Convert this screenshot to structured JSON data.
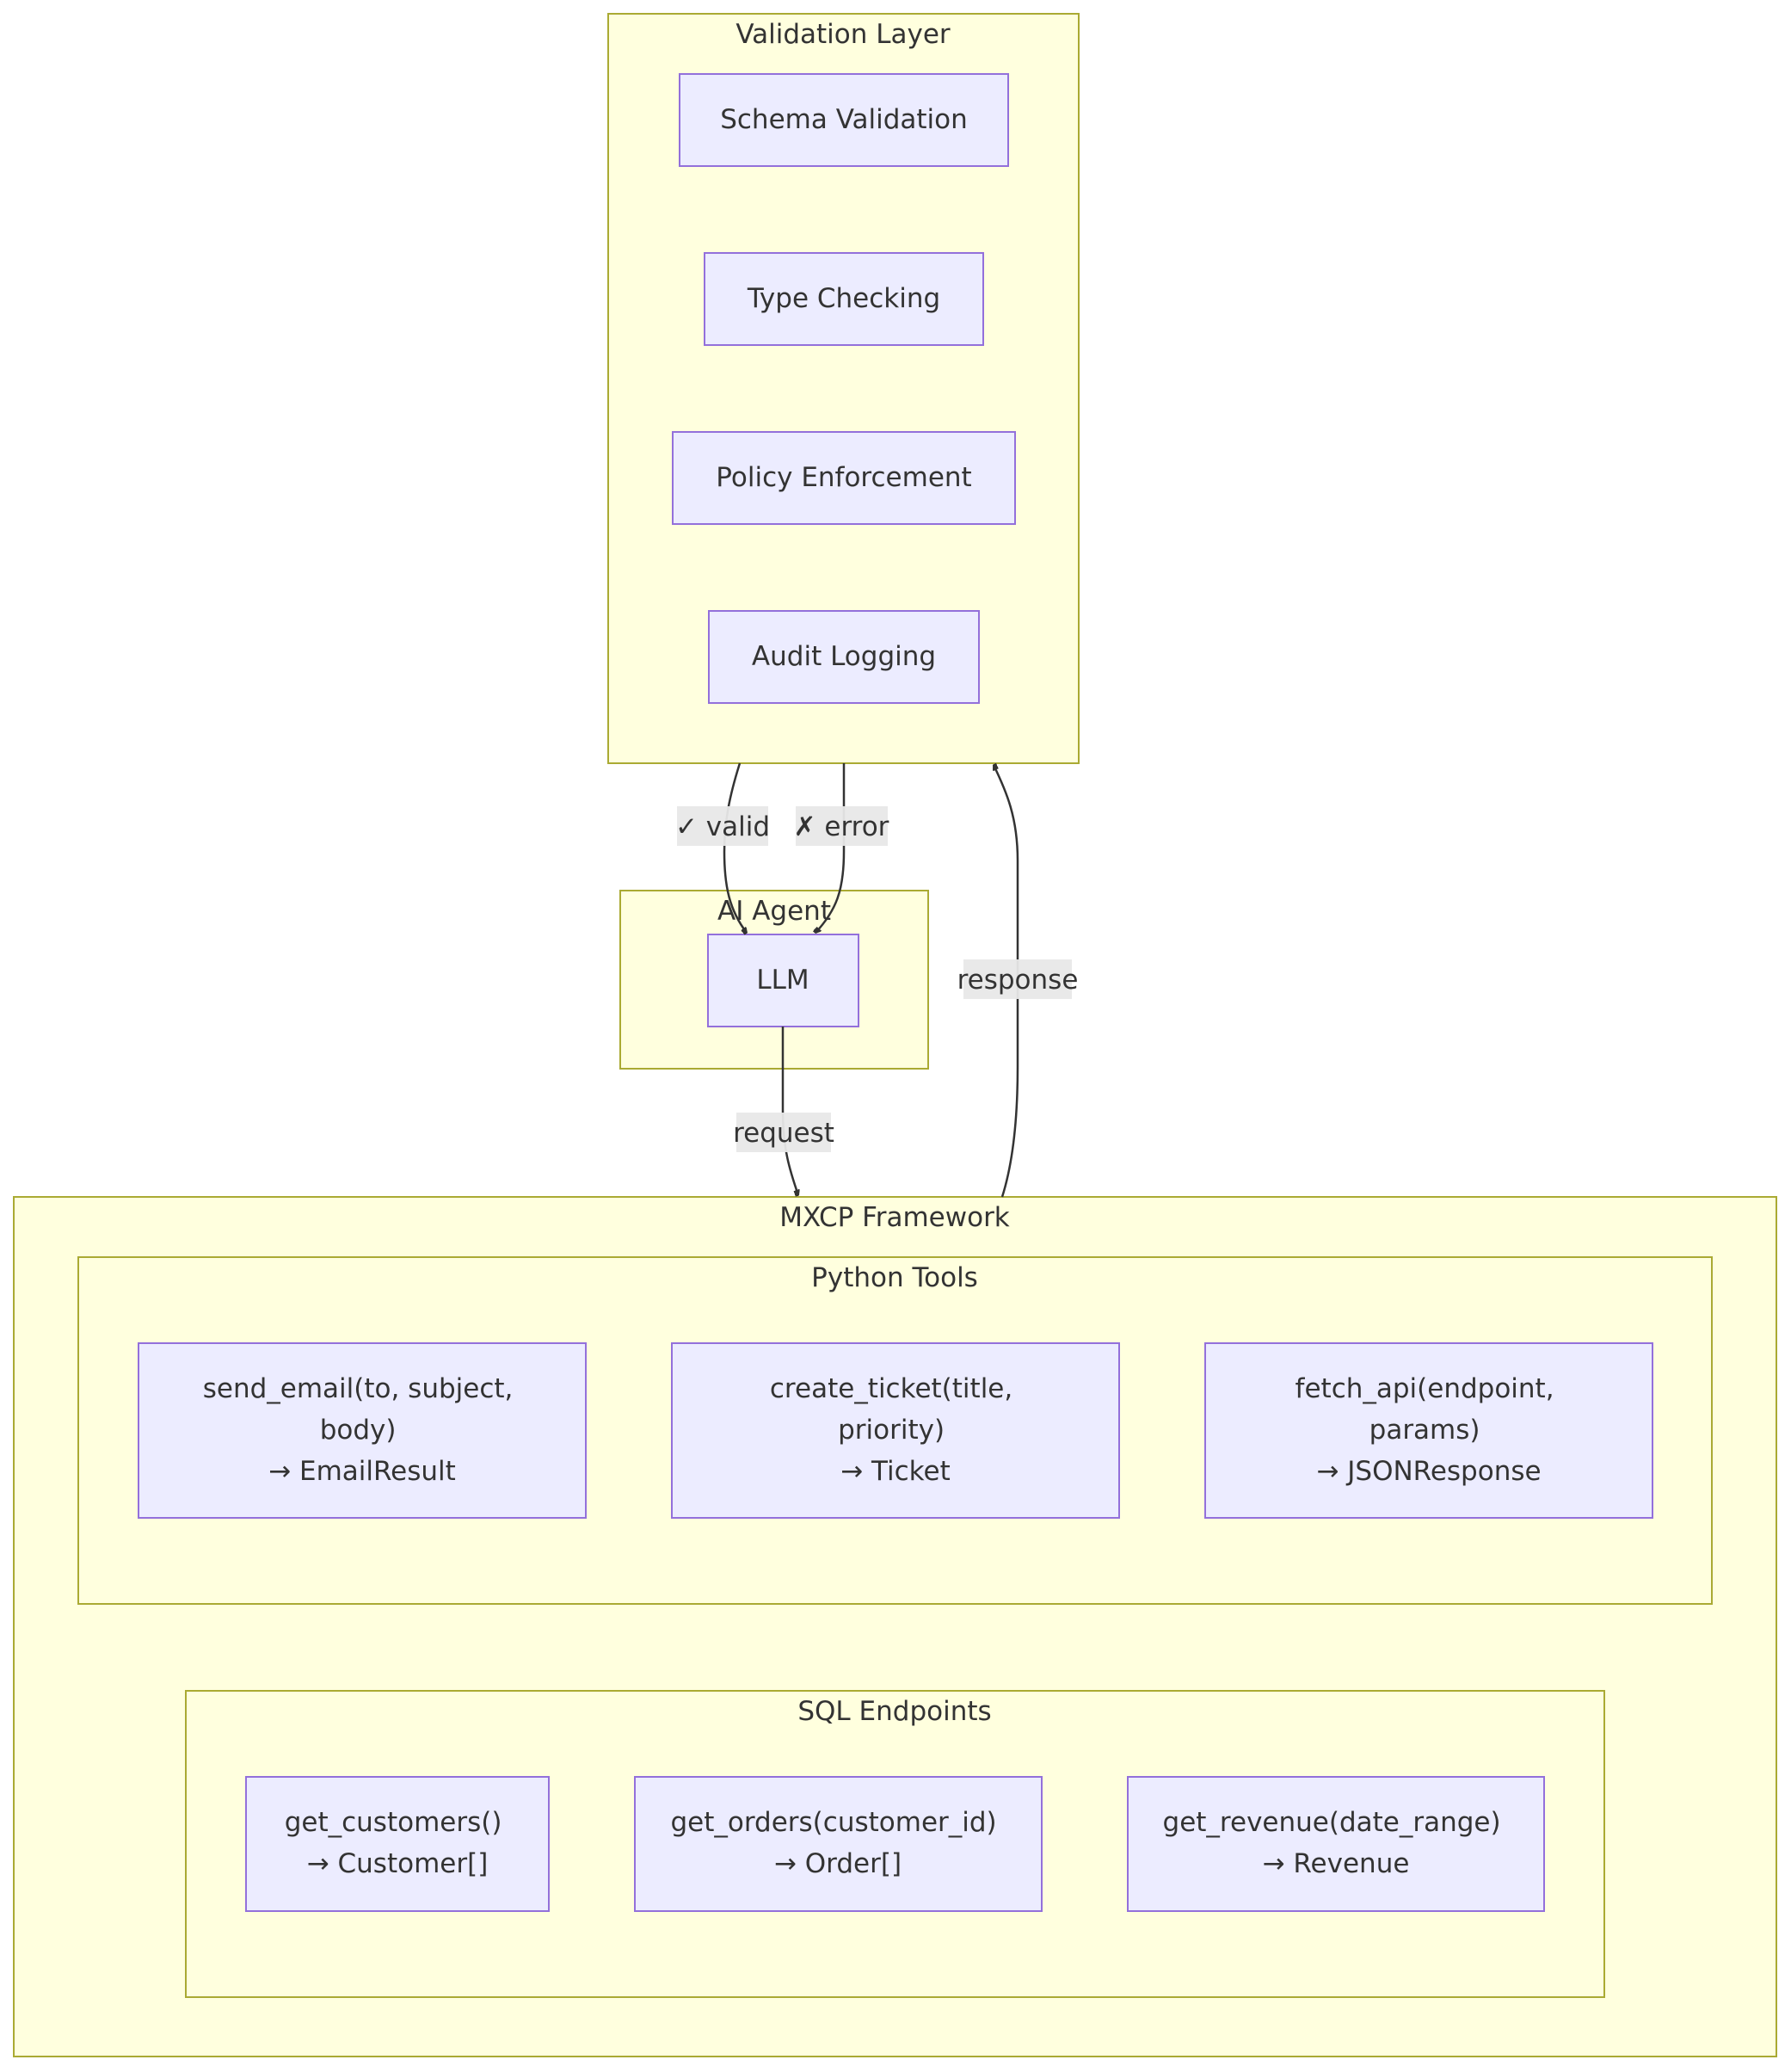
{
  "clusters": {
    "validation": {
      "title": "Validation Layer"
    },
    "agent": {
      "title": "AI Agent"
    },
    "framework": {
      "title": "MXCP Framework"
    },
    "python": {
      "title": "Python Tools"
    },
    "sql": {
      "title": "SQL Endpoints"
    }
  },
  "nodes": {
    "schema": {
      "label": "Schema Validation"
    },
    "types": {
      "label": "Type Checking"
    },
    "policy": {
      "label": "Policy Enforcement"
    },
    "audit": {
      "label": "Audit Logging"
    },
    "llm": {
      "label": "LLM"
    },
    "send_email": {
      "line1": "send_email(to, subject,",
      "line2": "body)",
      "line3": "→ EmailResult"
    },
    "create_ticket": {
      "line1": "create_ticket(title,",
      "line2": "priority)",
      "line3": "→ Ticket"
    },
    "fetch_api": {
      "line1": "fetch_api(endpoint,",
      "line2": "params)",
      "line3": "→ JSONResponse"
    },
    "get_customers": {
      "line1": "get_customers()",
      "line2": "→ Customer[]"
    },
    "get_orders": {
      "line1": "get_orders(customer_id)",
      "line2": "→ Order[]"
    },
    "get_revenue": {
      "line1": "get_revenue(date_range)",
      "line2": "→ Revenue"
    }
  },
  "edges": {
    "valid": {
      "label": "✓ valid",
      "from": "Validation Layer",
      "to": "LLM"
    },
    "error": {
      "label": "✗ error",
      "from": "Validation Layer",
      "to": "LLM"
    },
    "request": {
      "label": "request",
      "from": "LLM",
      "to": "MXCP Framework"
    },
    "response": {
      "label": "response",
      "from": "MXCP Framework",
      "to": "Validation Layer"
    }
  },
  "colors": {
    "cluster_fill": "#ffffde",
    "cluster_stroke": "#aaaa33",
    "node_fill": "#ececff",
    "node_stroke": "#9370db",
    "edge_stroke": "#333333",
    "edge_label_bg": "#e8e8e8",
    "text": "#333333"
  }
}
